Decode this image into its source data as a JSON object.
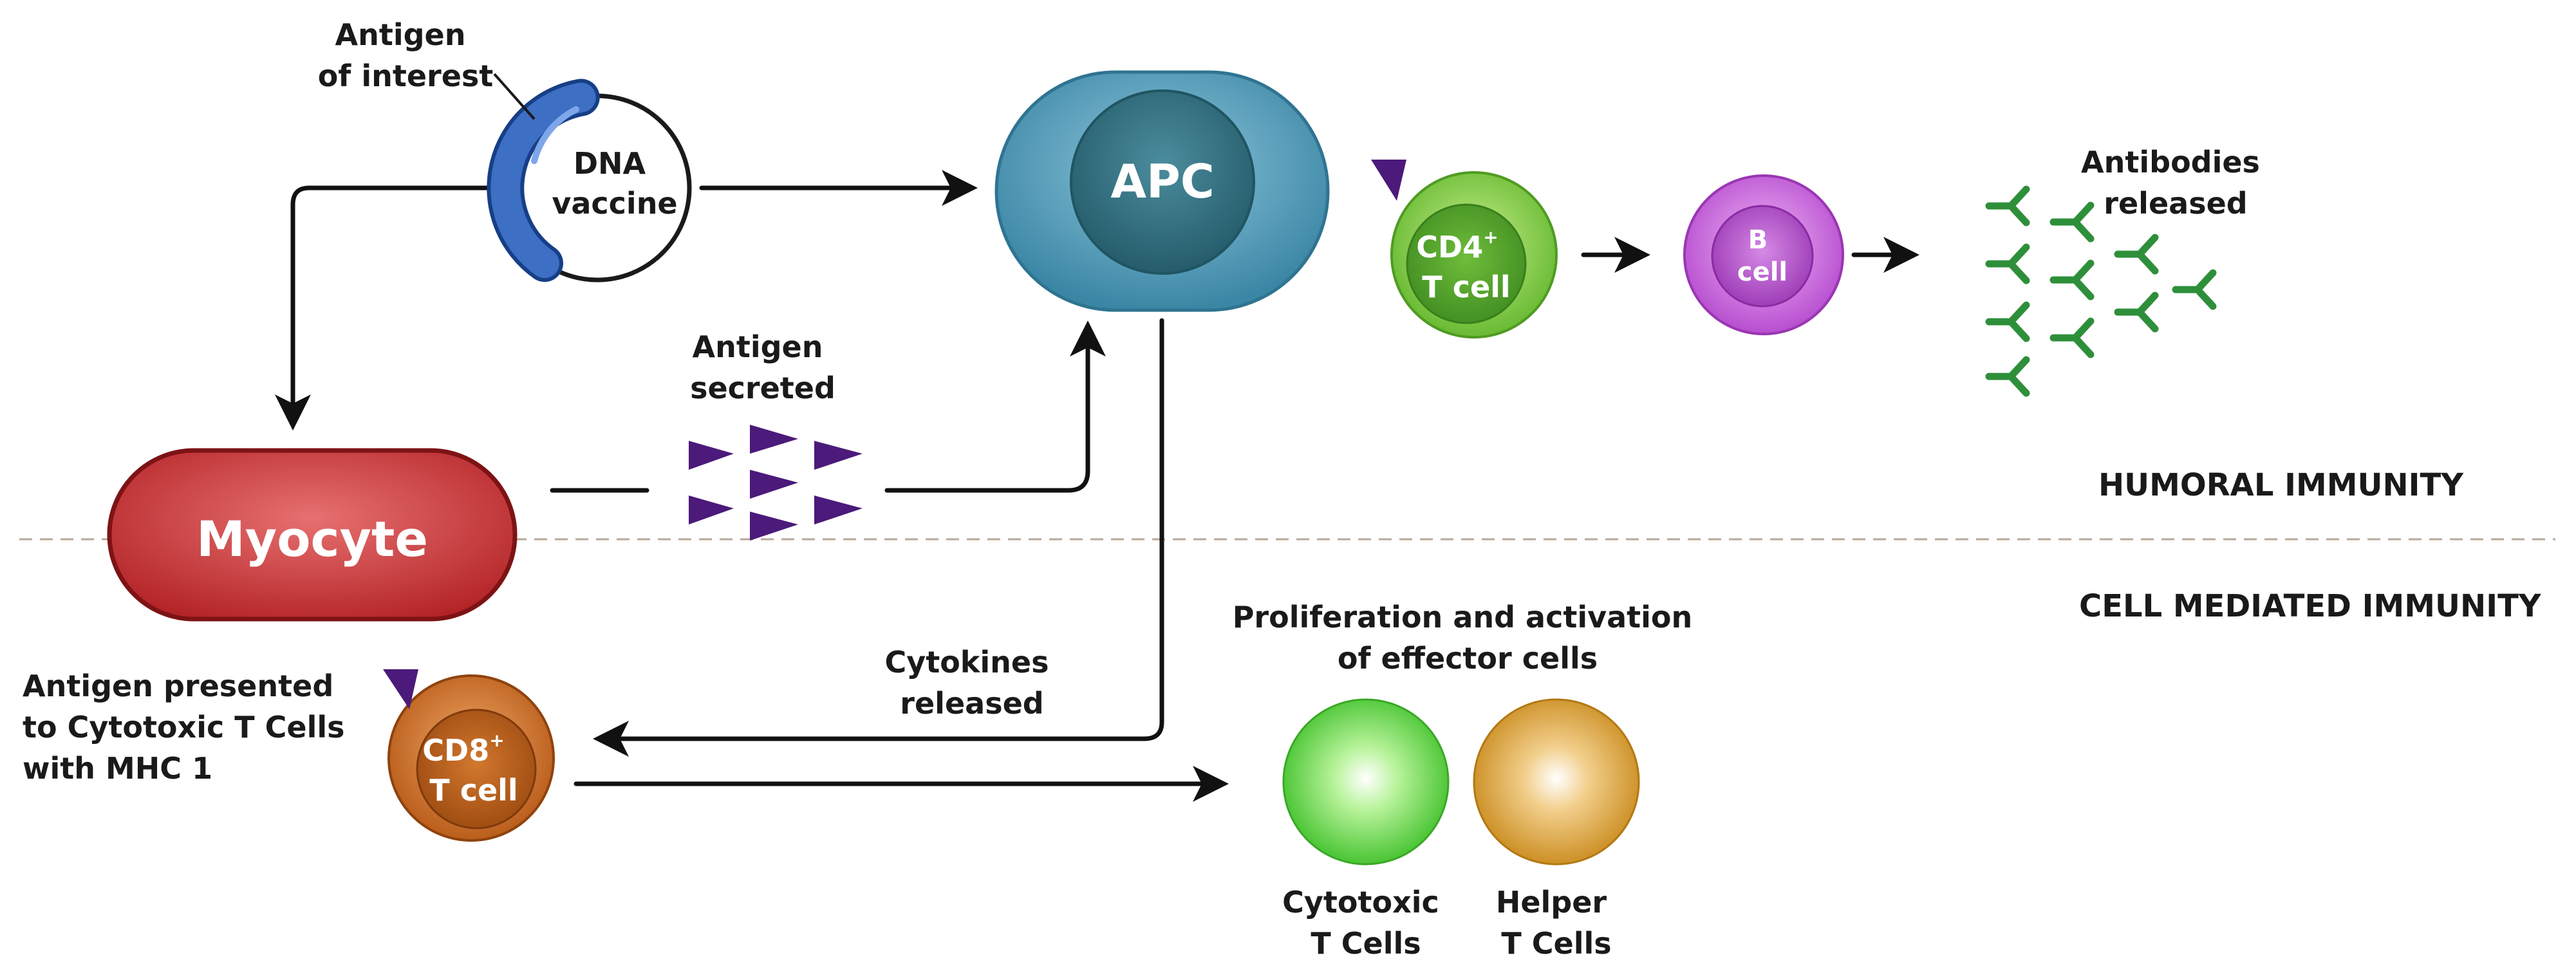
{
  "diagram": {
    "nodes": {
      "dna_vaccine": {
        "label_lines": [
          "DNA",
          "vaccine"
        ]
      },
      "antigen_of_interest": {
        "label_lines": [
          "Antigen",
          "of interest"
        ]
      },
      "apc": {
        "label": "APC"
      },
      "myocyte": {
        "label": "Myocyte"
      },
      "antigen_secreted": {
        "label_lines": [
          "Antigen",
          "secreted"
        ]
      },
      "cd4_t_cell": {
        "label_line1": "CD4",
        "superscript": "+",
        "label_line2": "T cell"
      },
      "b_cell": {
        "label_lines": [
          "B",
          "cell"
        ]
      },
      "antibodies_released": {
        "label_lines": [
          "Antibodies",
          "released"
        ]
      },
      "cd8_t_cell": {
        "label_line1": "CD8",
        "superscript": "+",
        "label_line2": "T cell"
      },
      "antigen_presented": {
        "label_lines": [
          "Antigen presented",
          "to Cytotoxic T Cells",
          "with MHC 1"
        ]
      },
      "cytokines_released": {
        "label_lines": [
          "Cytokines",
          "released"
        ]
      },
      "proliferation": {
        "label_lines": [
          "Proliferation and activation",
          "of effector cells"
        ]
      },
      "cytotoxic_t_cells": {
        "label_lines": [
          "Cytotoxic",
          "T Cells"
        ]
      },
      "helper_t_cells": {
        "label_lines": [
          "Helper",
          "T Cells"
        ]
      }
    },
    "sections": {
      "humoral": "HUMORAL IMMUNITY",
      "cell_mediated": "CELL MEDIATED IMMUNITY"
    },
    "colors": {
      "plasmid_blue": "#3d6fc4",
      "apc_outer": "#4a9ab8",
      "apc_inner": "#2f6f80",
      "myocyte_red": "#c0282a",
      "antigen_purple": "#4b1a7a",
      "cd4_green": "#7fcf3a",
      "b_cell_purple": "#c45ad8",
      "antibody_green": "#2e8f3a",
      "cd8_orange": "#c8661e",
      "cytotoxic_green": "#5cd63a",
      "helper_gold": "#d99a2e",
      "divider": "#b8a898"
    }
  }
}
